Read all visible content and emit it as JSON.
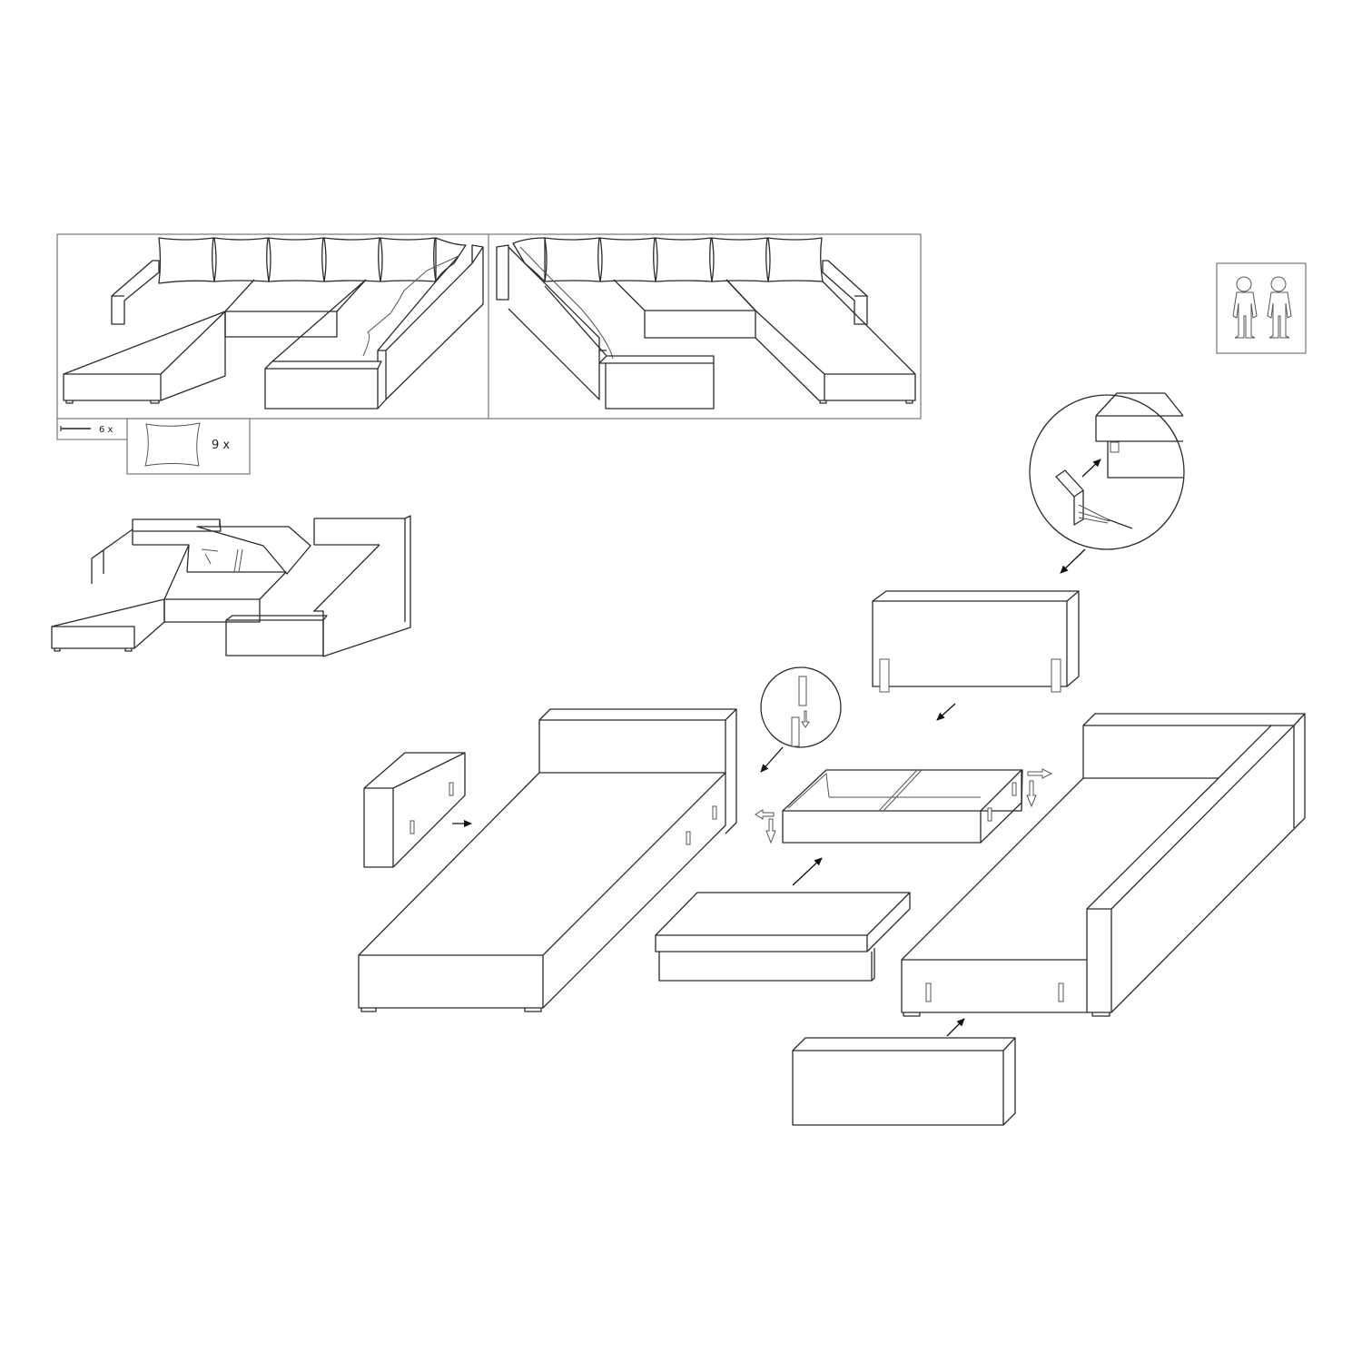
{
  "document": {
    "type": "furniture assembly instructions",
    "background": "#ffffff",
    "line_color": "#2b2b2b"
  },
  "overview": {
    "panels": [
      {
        "label": "configuration-left",
        "cushions_visible": 6
      },
      {
        "label": "configuration-right",
        "cushions_visible": 6
      }
    ]
  },
  "parts": {
    "screw": {
      "icon": "screw-icon",
      "quantity_label": "6 x"
    },
    "cushion": {
      "icon": "cushion-icon",
      "quantity_label": "9 x"
    }
  },
  "people_required": {
    "icon": "two-persons-icon",
    "count": 2
  },
  "steps": {
    "detail_callouts": [
      {
        "name": "bracket-screw-detail",
        "shape": "circle"
      },
      {
        "name": "bracket-slide-detail",
        "shape": "circle"
      }
    ],
    "modules": [
      "left-armrest",
      "left-chaise-module",
      "backrest-panel",
      "storage-box-frame",
      "storage-lid-seat",
      "right-corner-module",
      "right-armrest"
    ]
  }
}
